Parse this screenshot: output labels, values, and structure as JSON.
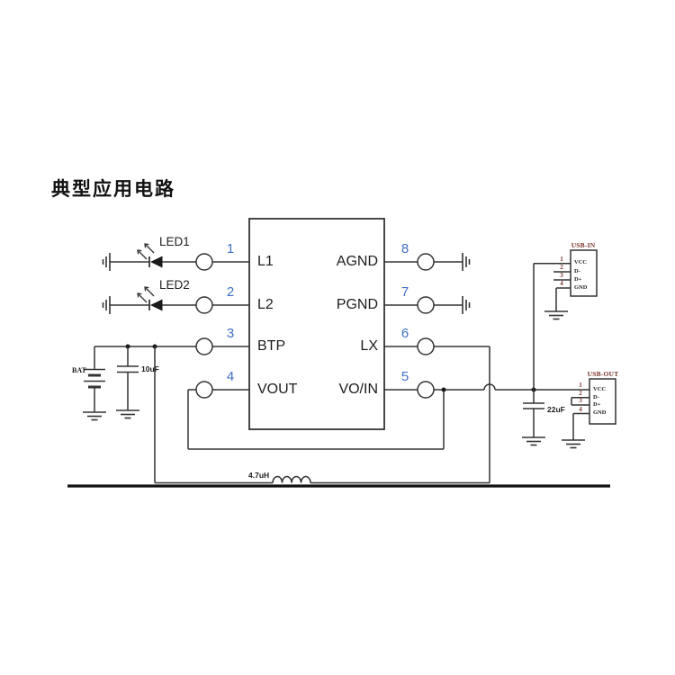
{
  "title": "典型应用电路",
  "chip": {
    "left_pins": [
      {
        "num": "1",
        "name": "L1"
      },
      {
        "num": "2",
        "name": "L2"
      },
      {
        "num": "3",
        "name": "BTP"
      },
      {
        "num": "4",
        "name": "VOUT"
      }
    ],
    "right_pins": [
      {
        "num": "8",
        "name": "AGND"
      },
      {
        "num": "7",
        "name": "PGND"
      },
      {
        "num": "6",
        "name": "LX"
      },
      {
        "num": "5",
        "name": "VO/IN"
      }
    ]
  },
  "leds": {
    "led1": "LED1",
    "led2": "LED2"
  },
  "components": {
    "battery": "BAT",
    "input_cap": "10uF",
    "output_cap": "22uF",
    "inductor": "4.7uH"
  },
  "usb_in": {
    "title": "USB-IN",
    "pins": [
      {
        "num": "1",
        "label": "VCC"
      },
      {
        "num": "2",
        "label": "D-"
      },
      {
        "num": "3",
        "label": "D+"
      },
      {
        "num": "4",
        "label": "GND"
      }
    ]
  },
  "usb_out": {
    "title": "USB-OUT",
    "pins": [
      {
        "num": "1",
        "label": "VCC"
      },
      {
        "num": "2",
        "label": "D-"
      },
      {
        "num": "3",
        "label": "D+"
      },
      {
        "num": "4",
        "label": "GND"
      }
    ]
  },
  "colors": {
    "wire": "#333333",
    "pin_number": "#3f6fc1",
    "usb_text": "#7a332b",
    "text": "#1f1f1f"
  }
}
